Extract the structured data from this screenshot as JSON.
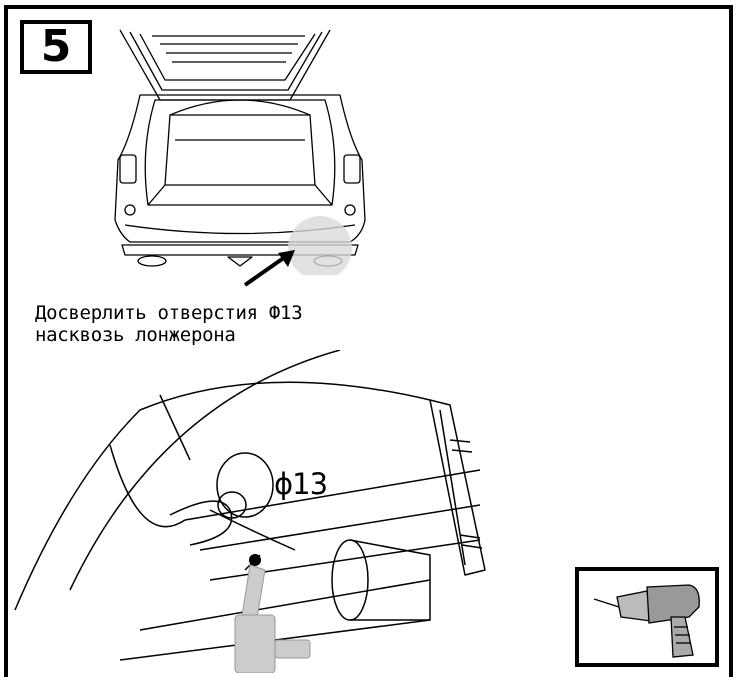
{
  "step": {
    "number": "5"
  },
  "instruction": {
    "line1": "Досверлить отверстия Ф13",
    "line2": "насквозь лонжерона"
  },
  "detail": {
    "hole_label": "ϕ13"
  },
  "icons": {
    "car_rear": "car-rear-view-illustration",
    "arrow": "pointer-arrow-icon",
    "detail": "frame-rail-detail-illustration",
    "drill": "drill-icon"
  },
  "colors": {
    "ink": "#000000",
    "highlight": "#d9d9d9",
    "drill_fill": "#cccccc"
  }
}
